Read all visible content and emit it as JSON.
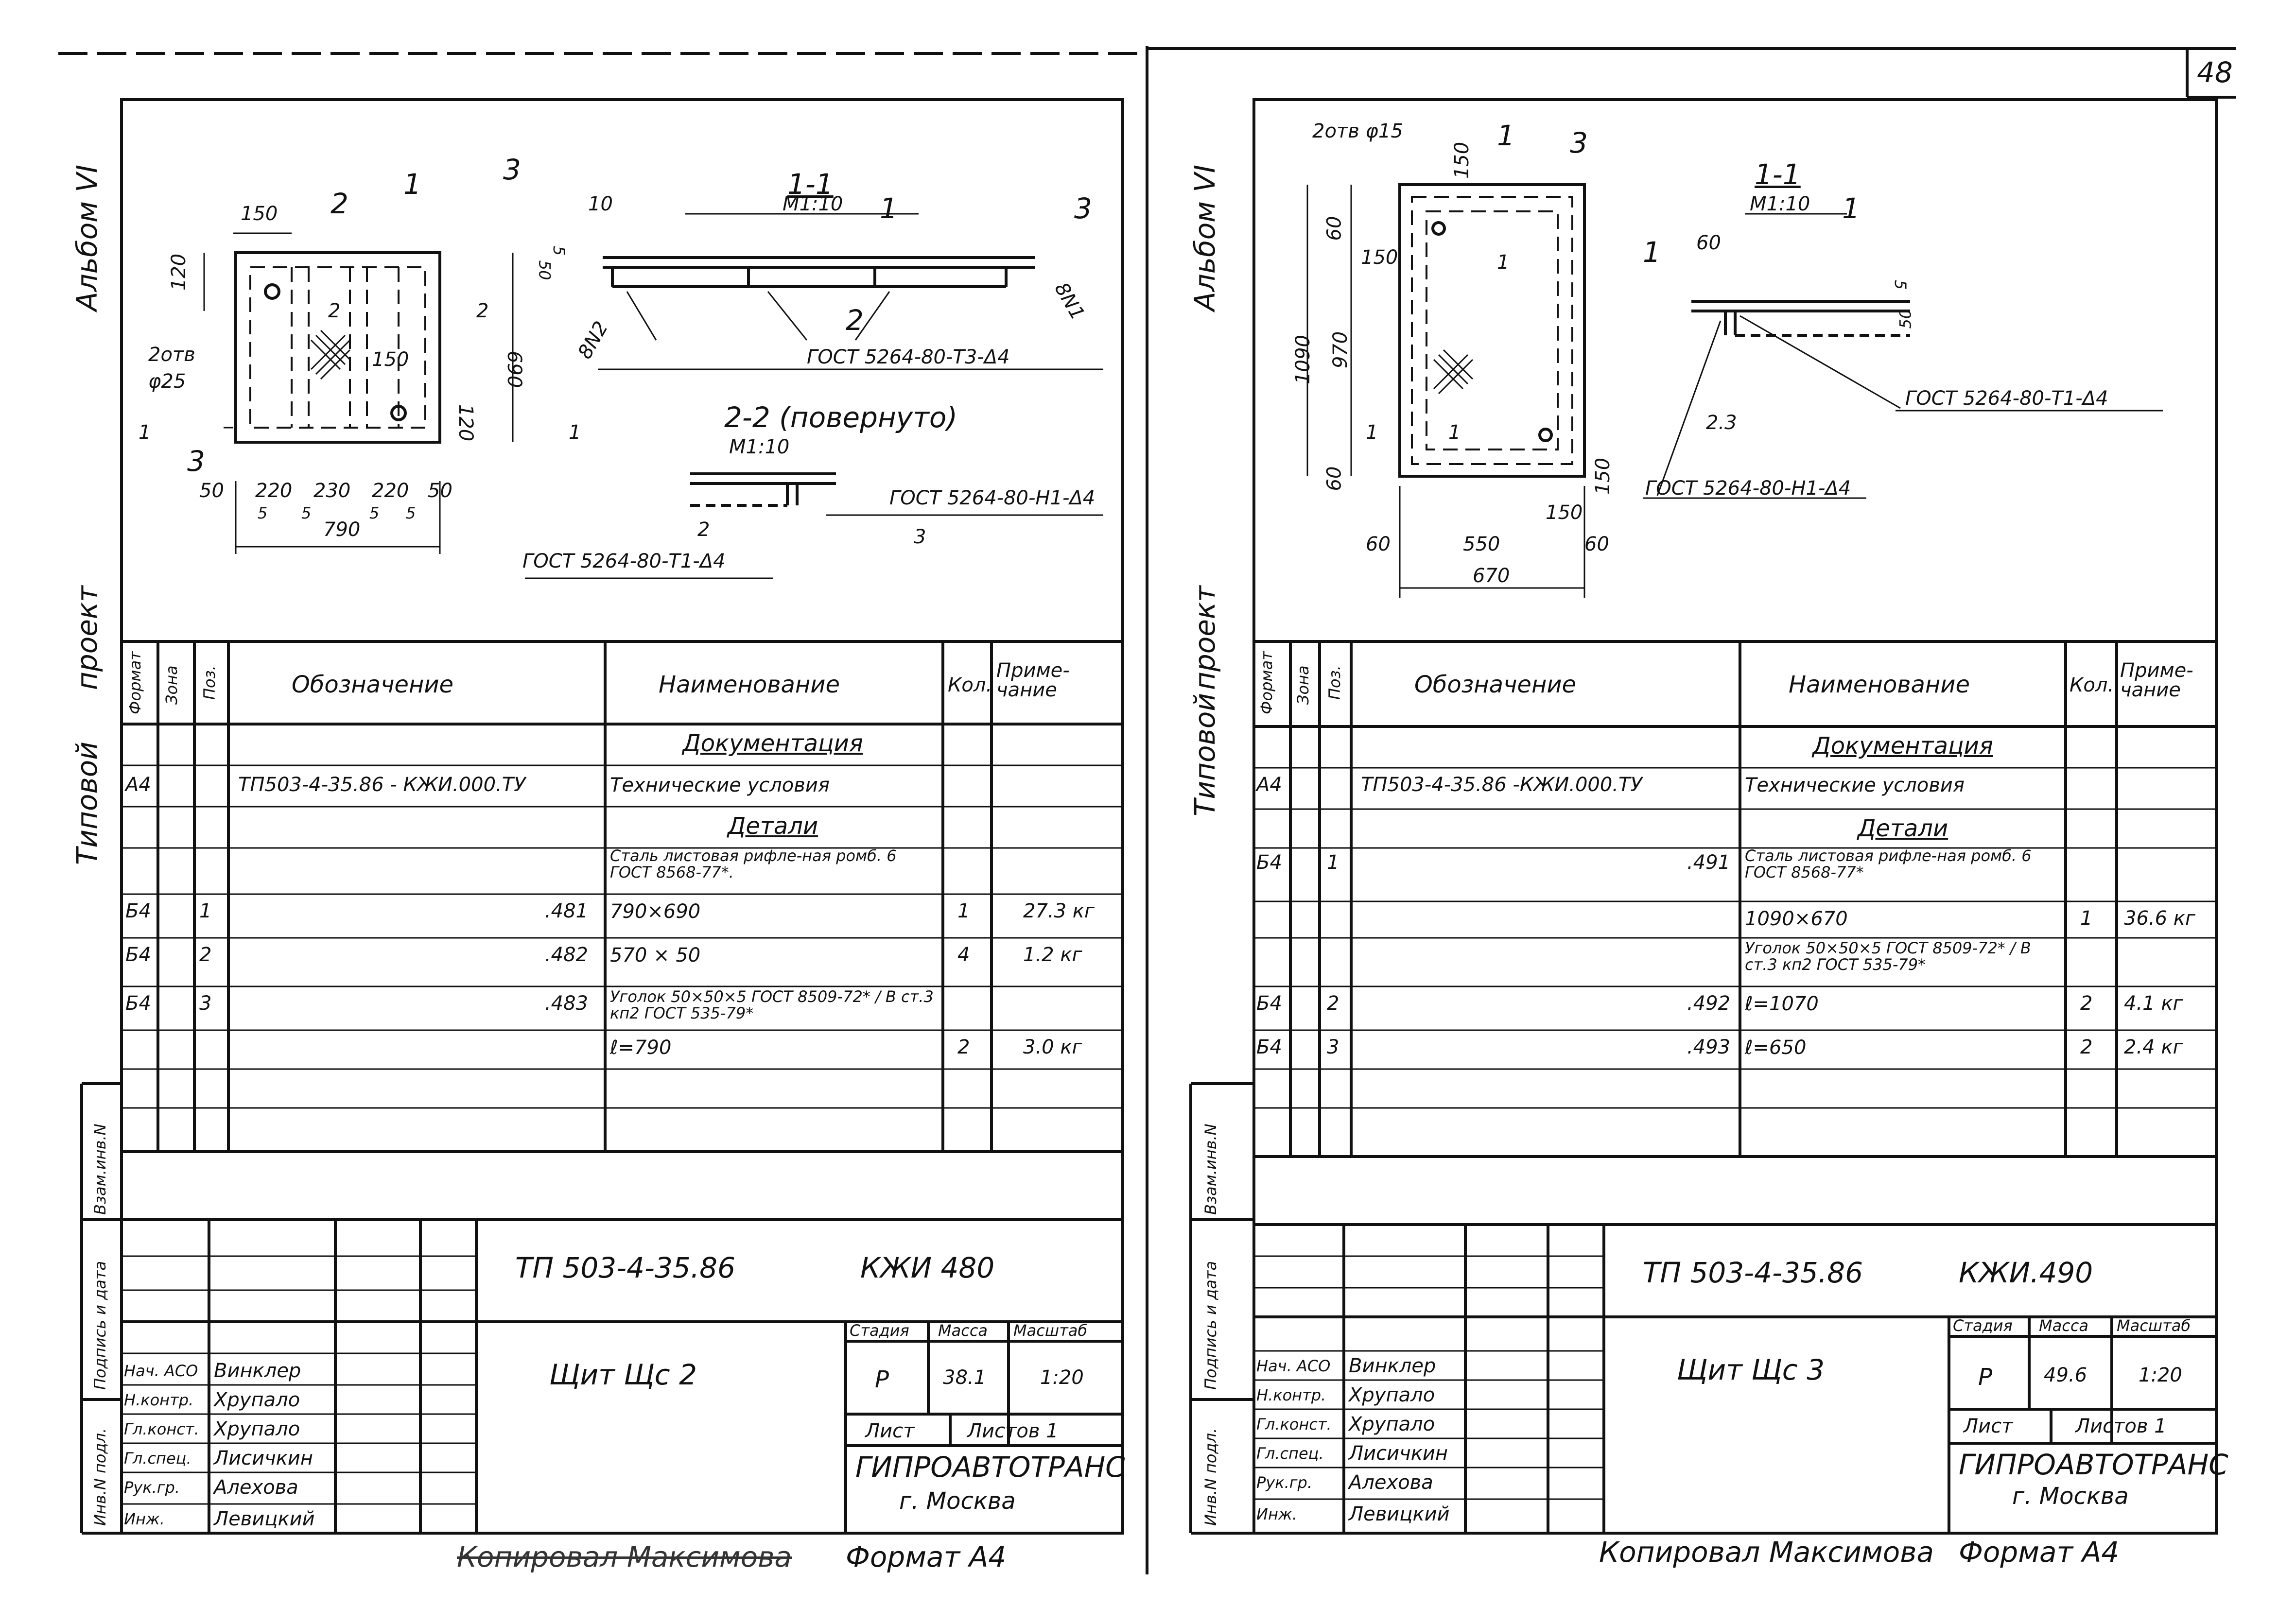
{
  "page_number": "48",
  "left": {
    "side_labels": {
      "album": "Альбом VI",
      "project_a": "Типовой",
      "project_b": "проект"
    },
    "stamp_side": [
      "Взам.инв.N",
      "Подпись и дата",
      "Инв.N подл."
    ],
    "drawing": {
      "plan_dims": [
        "150",
        "120",
        "690",
        "120",
        "2отв",
        "φ25",
        "150",
        "50",
        "220",
        "230",
        "220",
        "50",
        "5",
        "5",
        "5",
        "5",
        "790"
      ],
      "markers": [
        "1",
        "2",
        "3",
        "2",
        "2",
        "1",
        "1",
        "3"
      ],
      "section_1": {
        "title": "1-1",
        "scale": "М1:10",
        "dims": [
          "10",
          "50",
          "5"
        ],
        "pos": [
          "1",
          "3",
          "2",
          "2"
        ],
        "welds": [
          "8N2",
          "8N1"
        ],
        "gost": "ГОСТ 5264-80-Т3-Δ4"
      },
      "section_2": {
        "title": "2-2 (повернуто)",
        "scale": "М1:10",
        "pos": [
          "2",
          "3"
        ],
        "gost_a": "ГОСТ 5264-80-Н1-Δ4",
        "gost_b": "ГОСТ 5264-80-Т1-Δ4"
      }
    },
    "spec": {
      "headers": {
        "format": "Формат",
        "zone": "Зона",
        "pos": "Поз.",
        "designation": "Обозначение",
        "name": "Наименование",
        "qty": "Кол.",
        "note": "Приме-чание"
      },
      "rows": [
        {
          "f": "",
          "z": "",
          "p": "",
          "d": "",
          "n": "Документация",
          "q": "",
          "nt": "",
          "section": true
        },
        {
          "f": "А4",
          "z": "",
          "p": "",
          "d": "ТП503-4-35.86 - КЖИ.000.ТУ",
          "n": "Технические условия",
          "q": "",
          "nt": ""
        },
        {
          "f": "",
          "z": "",
          "p": "",
          "d": "",
          "n": "Детали",
          "q": "",
          "nt": "",
          "section": true
        },
        {
          "f": "",
          "z": "",
          "p": "",
          "d": "",
          "n": "Сталь листовая рифле-ная ромб. 6 ГОСТ 8568-77*.",
          "q": "",
          "nt": ""
        },
        {
          "f": "Б4",
          "z": "",
          "p": "1",
          "d": ".481",
          "n": "790×690",
          "q": "1",
          "nt": "27.3 кг"
        },
        {
          "f": "Б4",
          "z": "",
          "p": "2",
          "d": ".482",
          "n": "570 × 50",
          "q": "4",
          "nt": "1.2 кг"
        },
        {
          "f": "Б4",
          "z": "",
          "p": "3",
          "d": ".483",
          "n": "Уголок 50×50×5 ГОСТ 8509-72* / В ст.3 кп2 ГОСТ 535-79*",
          "q": "",
          "nt": ""
        },
        {
          "f": "",
          "z": "",
          "p": "",
          "d": "",
          "n": "ℓ=790",
          "q": "2",
          "nt": "3.0 кг"
        }
      ]
    },
    "title_block": {
      "code": "ТП 503-4-35.86",
      "mark": "КЖИ 480",
      "name": "Щит Щс 2",
      "stage_label": "Стадия",
      "mass_label": "Масса",
      "scale_label": "Масштаб",
      "stage": "Р",
      "mass": "38.1",
      "scale": "1:20",
      "sheet_label": "Лист",
      "sheets_label": "Листов 1",
      "org": "ГИПРОАВТОТРАНС",
      "city": "г. Москва",
      "staff": [
        {
          "role": "Нач. АСО",
          "name": "Винклер"
        },
        {
          "role": "Н.контр.",
          "name": "Хрупало"
        },
        {
          "role": "Гл.конст.",
          "name": "Хрупало"
        },
        {
          "role": "Гл.спец.",
          "name": "Лисичкин"
        },
        {
          "role": "Рук.гр.",
          "name": "Алехова"
        },
        {
          "role": "Инж.",
          "name": "Левицкий"
        }
      ]
    },
    "footer": {
      "copied": "Копировал Максимова",
      "format": "Формат А4"
    }
  },
  "right": {
    "side_labels": {
      "album": "Альбом VI",
      "project_a": "Типовой",
      "project_b": "проект"
    },
    "stamp_side": [
      "Взам.инв.N",
      "Подпись и дата",
      "Инв.N подл."
    ],
    "drawing": {
      "plan_dims": [
        "2отв φ15",
        "150",
        "60",
        "1090",
        "970",
        "150",
        "60",
        "150",
        "150",
        "60",
        "550",
        "60",
        "670"
      ],
      "markers": [
        "1",
        "3",
        "1",
        "1",
        "1",
        "1"
      ],
      "section_1": {
        "title": "1-1",
        "scale": "М1:10",
        "dims": [
          "60",
          "5",
          "50"
        ],
        "pos": [
          "1",
          "2.3"
        ],
        "gost_a": "ГОСТ 5264-80-Т1-Δ4",
        "gost_b": "ГОСТ 5264-80-Н1-Δ4"
      }
    },
    "spec": {
      "headers": {
        "format": "Формат",
        "zone": "Зона",
        "pos": "Поз.",
        "designation": "Обозначение",
        "name": "Наименование",
        "qty": "Кол.",
        "note": "Приме-чание"
      },
      "rows": [
        {
          "f": "",
          "z": "",
          "p": "",
          "d": "",
          "n": "Документация",
          "q": "",
          "nt": "",
          "section": true
        },
        {
          "f": "А4",
          "z": "",
          "p": "",
          "d": "ТП503-4-35.86 -КЖИ.000.ТУ",
          "n": "Технические условия",
          "q": "",
          "nt": ""
        },
        {
          "f": "",
          "z": "",
          "p": "",
          "d": "",
          "n": "Детали",
          "q": "",
          "nt": "",
          "section": true
        },
        {
          "f": "Б4",
          "z": "",
          "p": "1",
          "d": ".491",
          "n": "Сталь листовая рифле-ная ромб. 6 ГОСТ 8568-77*",
          "q": "",
          "nt": ""
        },
        {
          "f": "",
          "z": "",
          "p": "",
          "d": "",
          "n": "1090×670",
          "q": "1",
          "nt": "36.6 кг"
        },
        {
          "f": "",
          "z": "",
          "p": "",
          "d": "",
          "n": "Уголок 50×50×5 ГОСТ 8509-72* / В ст.3 кп2 ГОСТ 535-79*",
          "q": "",
          "nt": ""
        },
        {
          "f": "Б4",
          "z": "",
          "p": "2",
          "d": ".492",
          "n": "ℓ=1070",
          "q": "2",
          "nt": "4.1 кг"
        },
        {
          "f": "Б4",
          "z": "",
          "p": "3",
          "d": ".493",
          "n": "ℓ=650",
          "q": "2",
          "nt": "2.4 кг"
        }
      ]
    },
    "title_block": {
      "code": "ТП 503-4-35.86",
      "mark": "КЖИ.490",
      "name": "Щит Щс 3",
      "stage_label": "Стадия",
      "mass_label": "Масса",
      "scale_label": "Масштаб",
      "stage": "Р",
      "mass": "49.6",
      "scale": "1:20",
      "sheet_label": "Лист",
      "sheets_label": "Листов 1",
      "org": "ГИПРОАВТОТРАНС",
      "city": "г. Москва",
      "staff": [
        {
          "role": "Нач. АСО",
          "name": "Винклер"
        },
        {
          "role": "Н.контр.",
          "name": "Хрупало"
        },
        {
          "role": "Гл.конст.",
          "name": "Хрупало"
        },
        {
          "role": "Гл.спец.",
          "name": "Лисичкин"
        },
        {
          "role": "Рук.гр.",
          "name": "Алехова"
        },
        {
          "role": "Инж.",
          "name": "Левицкий"
        }
      ]
    },
    "footer": {
      "copied": "Копировал Максимова",
      "format": "Формат А4"
    }
  }
}
